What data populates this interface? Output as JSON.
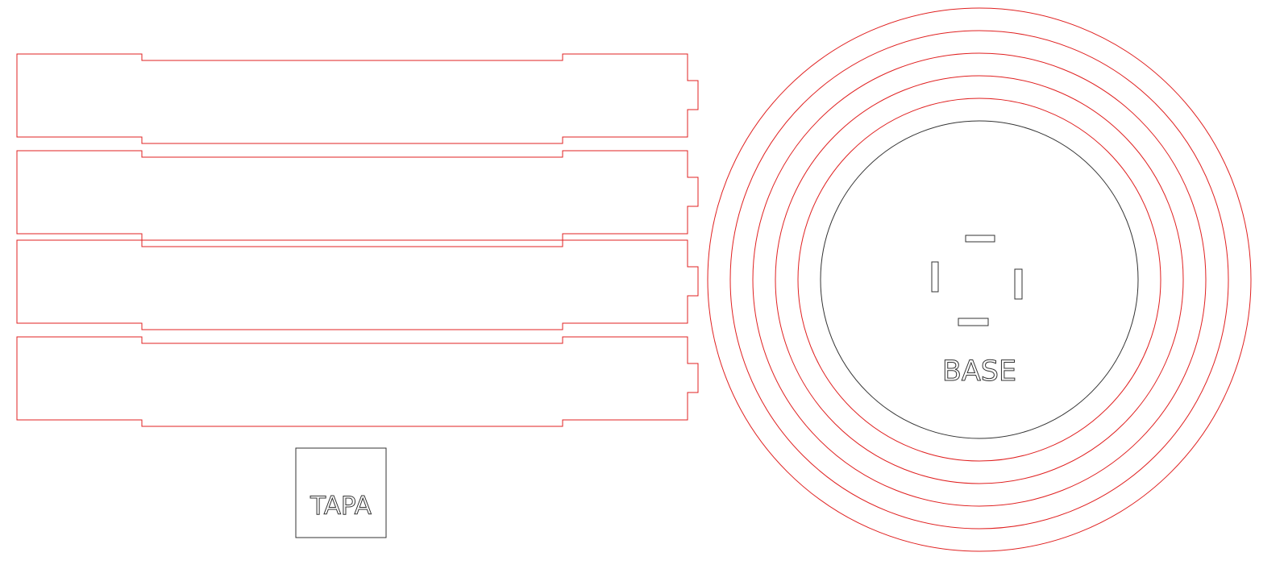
{
  "colors": {
    "cut_line": "#e02020",
    "engrave_line": "#333333",
    "background": "#ffffff"
  },
  "parts": {
    "strips_count": 4,
    "rings_count": 5,
    "base": {
      "label": "BASE",
      "slots_count": 4
    },
    "lid": {
      "label": "TAPA"
    }
  }
}
